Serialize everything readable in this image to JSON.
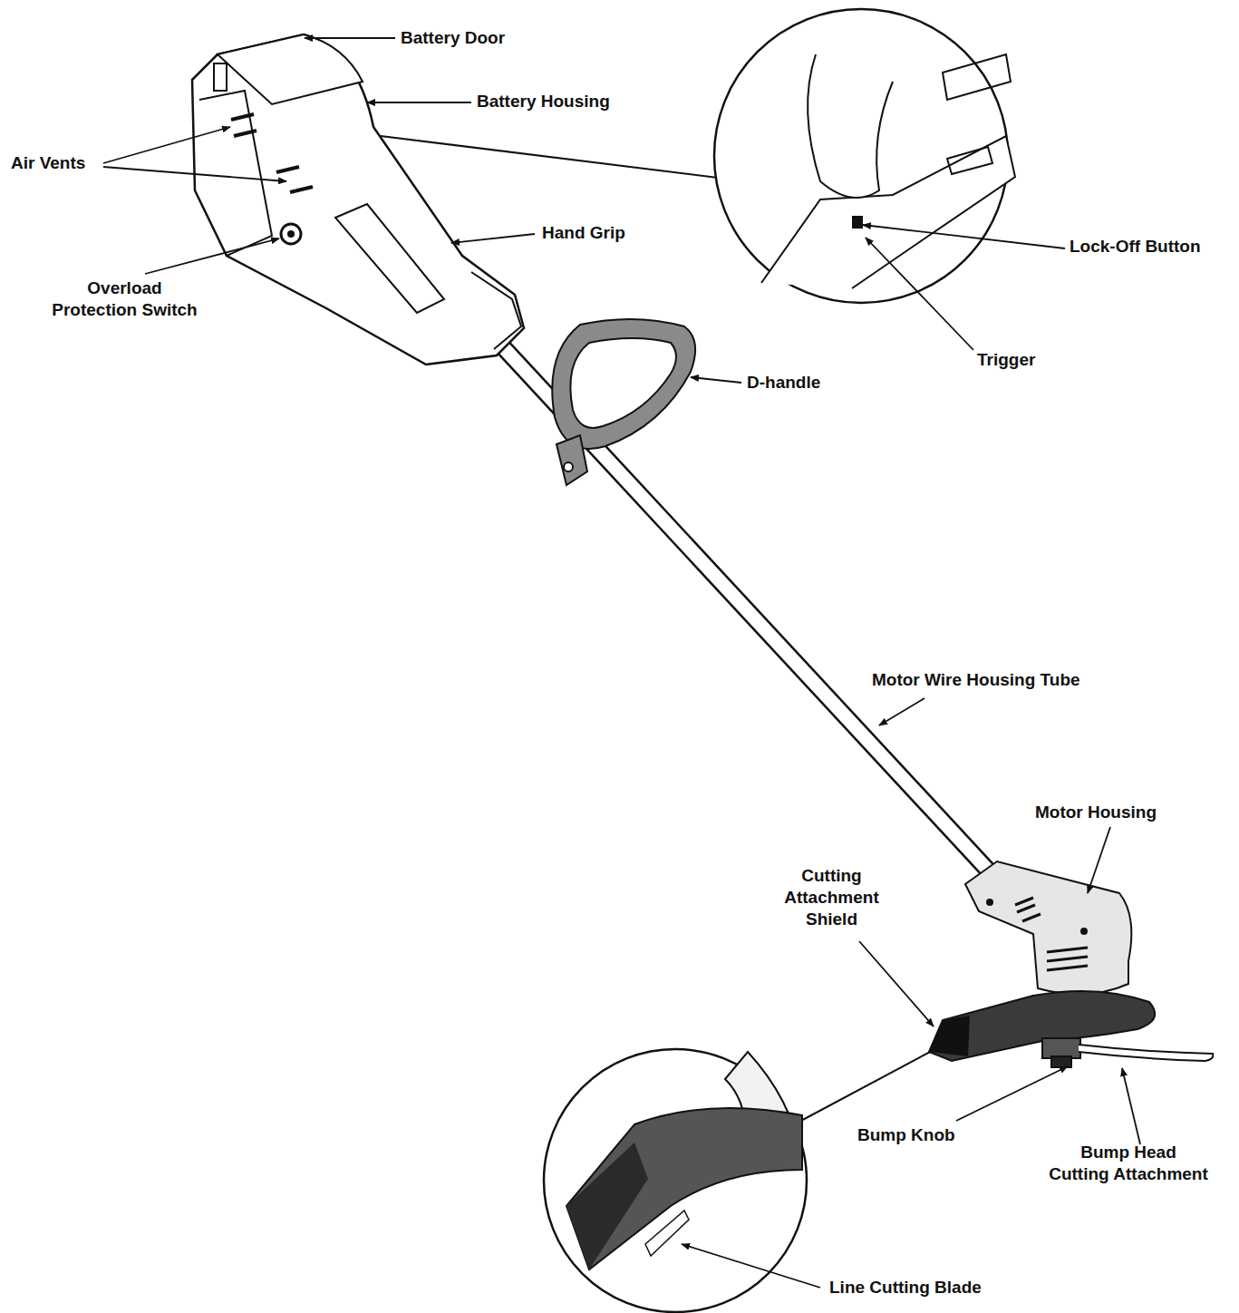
{
  "diagram": {
    "labels": [
      "Battery Door",
      "Battery Housing",
      "Air Vents",
      "Hand Grip",
      "Overload Protection Switch",
      "Lock-Off Button",
      "Trigger",
      "D-handle",
      "Motor Wire Housing Tube",
      "Motor Housing",
      "Cutting Attachment Shield",
      "Bump Knob",
      "Bump Head Cutting Attachment",
      "Line Cutting Blade"
    ]
  }
}
